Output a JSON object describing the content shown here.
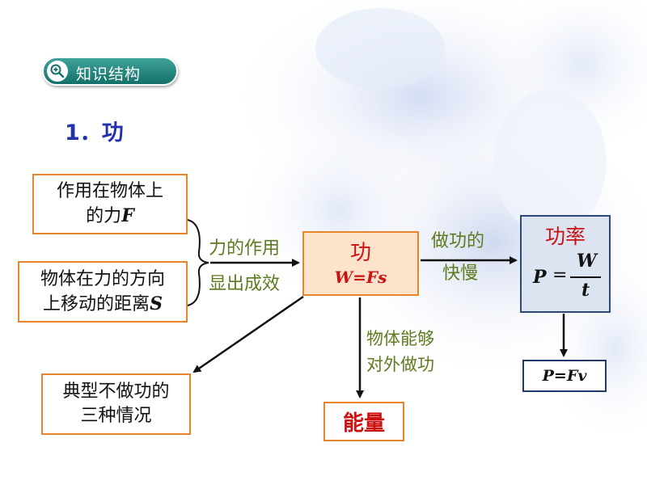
{
  "header": {
    "tag_label": "知识结构",
    "section_title": "1．功"
  },
  "nodes": {
    "force_on_object": {
      "line1": "作用在物体上",
      "line2_prefix": "的力",
      "line2_var": "F"
    },
    "distance_along_force": {
      "line1": "物体在力的方向",
      "line2_prefix": "上移动的距离",
      "line2_var": "S"
    },
    "work": {
      "title": "功",
      "formula": "W=Fs"
    },
    "power": {
      "title": "功率",
      "lhs": "P",
      "eq": "=",
      "numerator": "W",
      "denominator": "t"
    },
    "power_formula": {
      "text": "P=Fv"
    },
    "no_work_cases": {
      "line1": "典型不做功的",
      "line2": "三种情况"
    },
    "energy": {
      "title": "能量"
    }
  },
  "edge_labels": {
    "effect_line1": "力的作用",
    "effect_line2": "显出成效",
    "speed_line1": "做功的",
    "speed_line2": "快慢",
    "energy_line1": "物体能够",
    "energy_line2": "对外做功"
  },
  "colors": {
    "orange_border": "#e8852b",
    "orange_fill": "#fde3cc",
    "title_red": "#cc1111",
    "label_green": "#5e7a1e",
    "title_blue": "#2233aa",
    "pill_teal": "#13716a"
  },
  "icons": {
    "tag_icon": "zoom-in-icon"
  }
}
